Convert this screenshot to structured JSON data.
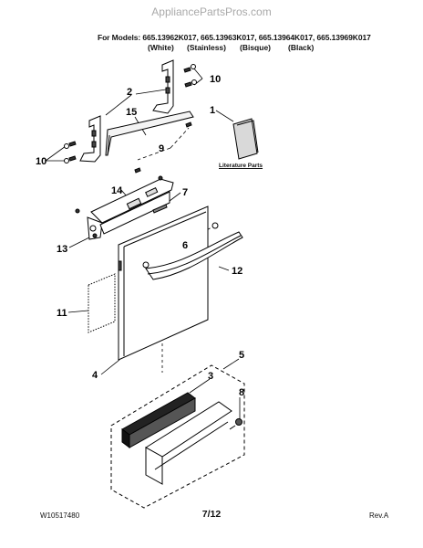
{
  "watermark": "AppliancePartsPros.com",
  "header": {
    "models_line": "For Models: 665.13962K017, 665.13963K017, 665.13964K017, 665.13969K017",
    "variants": [
      "(White)",
      "(Stainless)",
      "(Bisque)",
      "(Black)"
    ]
  },
  "callouts": [
    "1",
    "2",
    "3",
    "4",
    "5",
    "6",
    "7",
    "8",
    "9",
    "10",
    "10",
    "11",
    "12",
    "13",
    "14",
    "15"
  ],
  "literature_label": "Literature Parts",
  "footer": {
    "doc_number": "W10517480",
    "page": "7/12",
    "revision": "Rev.A"
  }
}
